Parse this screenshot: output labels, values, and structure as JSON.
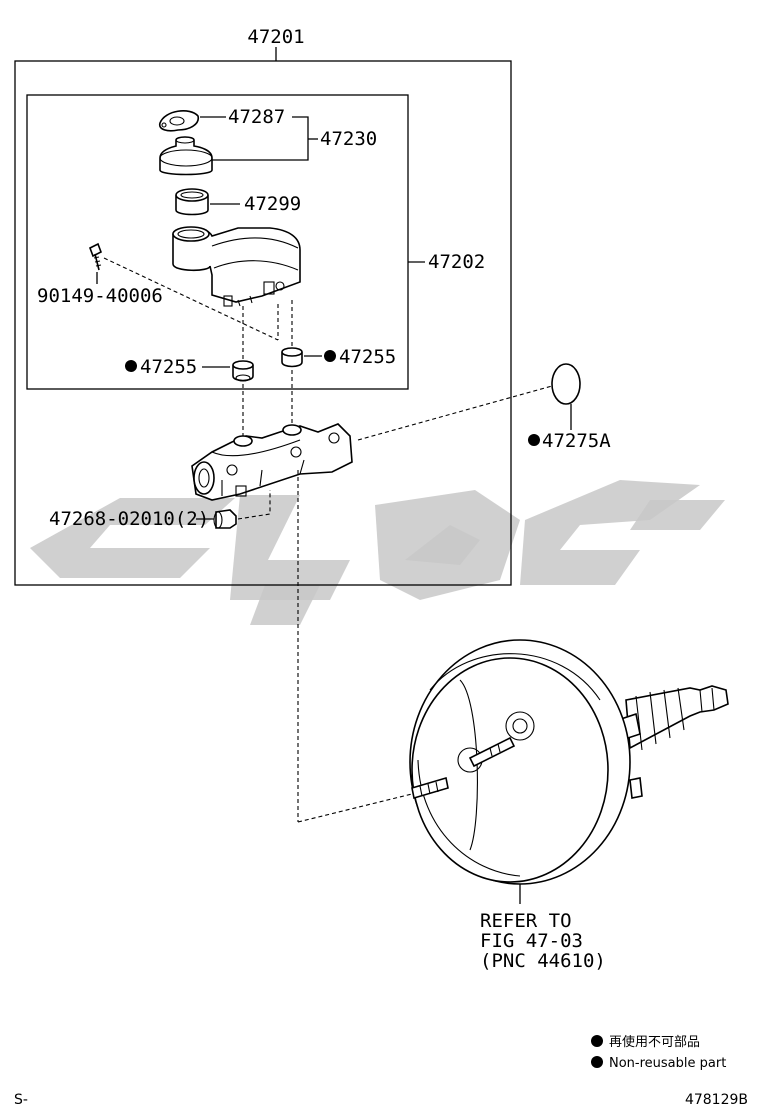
{
  "labels": {
    "assembly_main": "47201",
    "reservoir_assy": "47202",
    "cap_gasket": "47287",
    "cap_set": "47230",
    "cap": "47299",
    "screw": "90149-40006",
    "grommet_left": "47255",
    "grommet_right": "47255",
    "seal_ring": "47275A",
    "plug": "47268-02010(2)"
  },
  "refer_note": {
    "line1": "REFER TO",
    "line2": "FIG 47-03",
    "line3": "(PNC 44610)"
  },
  "legend": {
    "jp": "再使用不可部品",
    "en": "Non-reusable part"
  },
  "footer": {
    "left_code": "S-",
    "drawing_no": "478129B"
  }
}
